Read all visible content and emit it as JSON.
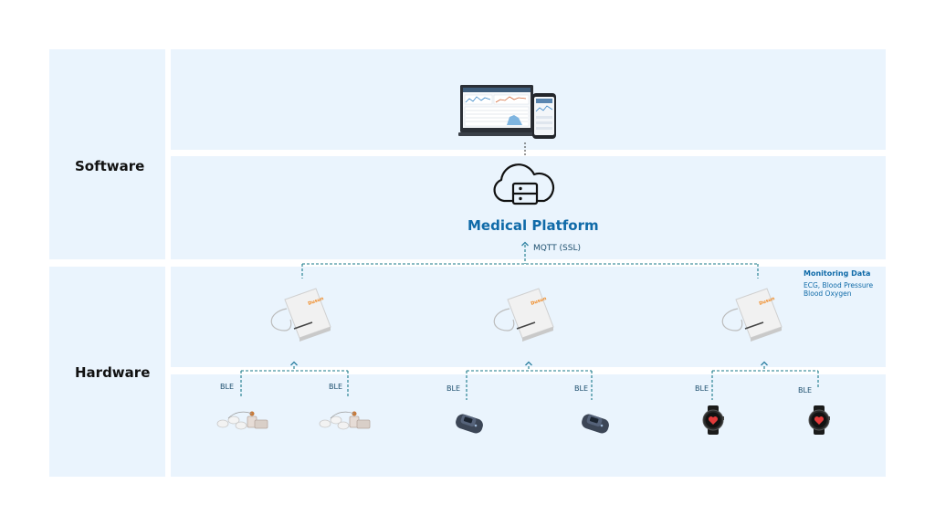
{
  "sections": {
    "software_label": "Software",
    "hardware_label": "Hardware"
  },
  "platform": {
    "name": "Medical Platform",
    "protocol": "MQTT (SSL)"
  },
  "monitoring": {
    "title": "Monitoring Data",
    "line1": "ECG, Blood Pressure",
    "line2": "Blood Oxygen"
  },
  "gateway": {
    "brand": "Dusun"
  },
  "ble": {
    "label": "BLE",
    "labels": [
      "BLE",
      "BLE",
      "BLE",
      "BLE",
      "BLE",
      "BLE"
    ]
  },
  "icons": {
    "cloud": "cloud-server-icon",
    "monitor": "monitor-phone-icon",
    "gateway": "gateway-device-icon",
    "ecg": "ecg-patch-icon",
    "oximeter": "pulse-oximeter-icon",
    "watch": "smartwatch-icon"
  },
  "colors": {
    "panel": "#eaf4fd",
    "accent": "#0f6aa8",
    "connector": "#1a7a8a",
    "gateway_brand": "#f08a24"
  }
}
